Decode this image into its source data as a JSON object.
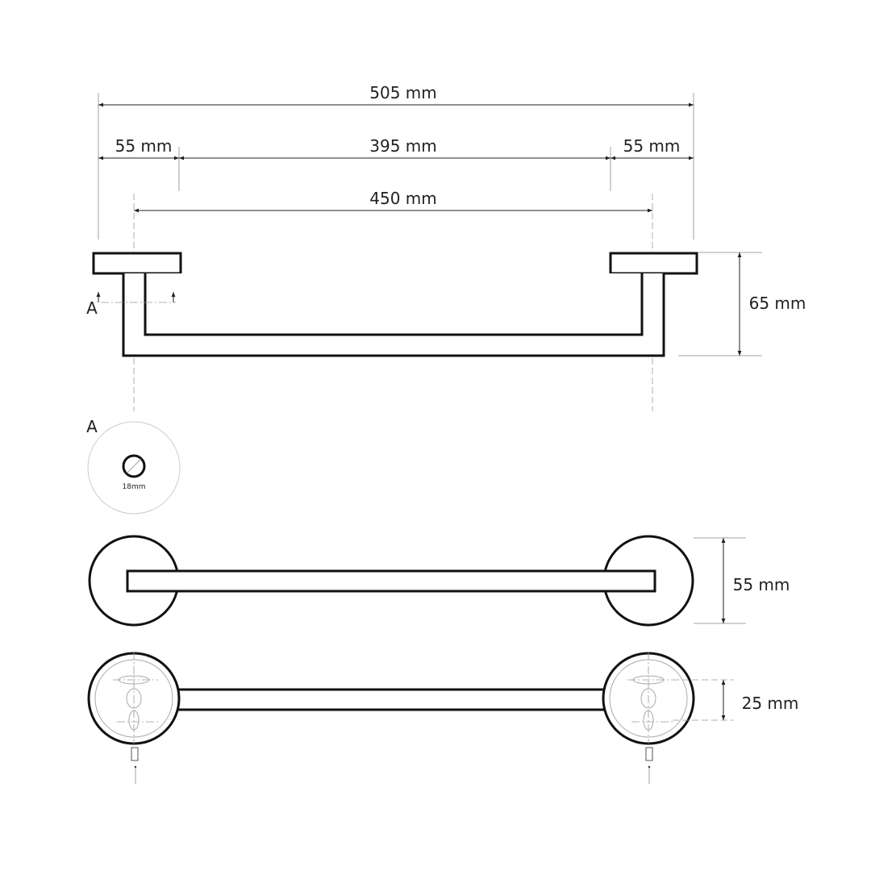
{
  "dimensions": {
    "overall_length": "505 mm",
    "left_offset": "55 mm",
    "middle_span": "395 mm",
    "right_offset": "55 mm",
    "center_distance": "450 mm",
    "projection": "65 mm",
    "flange_diameter": "55 mm",
    "hole_spacing": "25 mm",
    "bar_diameter": "18mm"
  },
  "labels": {
    "section_marker": "A",
    "section_title": "A"
  },
  "colors": {
    "line": "#111111",
    "centerline": "#999999"
  }
}
